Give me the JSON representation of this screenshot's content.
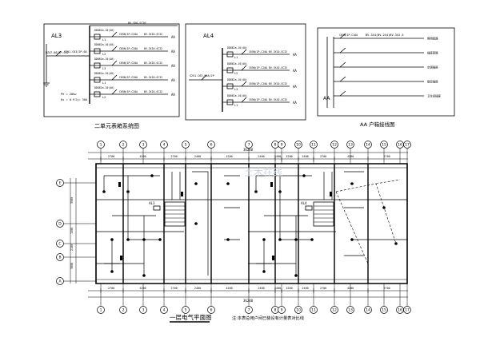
{
  "al3": {
    "box_label": "AL3",
    "caption": "二单元表箱系统图",
    "main_cable": "BV-3X6-SC20",
    "incoming_breaker": "DZ47-60/3P-C32",
    "breaker_small": "S251-C63/2P-60",
    "calc_pe": "Pe = 28kw",
    "calc_kx": "Kx = 0.9",
    "calc_ij": "Ij= 30A",
    "meter_label": "DD862a-10(40)",
    "branch_breaker": "C65N/1P-C20A",
    "branch_cable": "BV-3X10-SC32",
    "branch_tags": [
      "L1",
      "L2",
      "L3",
      "L1",
      "L2"
    ],
    "branch_end": "AA"
  },
  "al4": {
    "box_label": "AL4",
    "breaker": "S251-C63-90A/2P",
    "meter_label": "DD862a-10(40)",
    "branch_breaker": "C65N/1P-C20A",
    "branch_cable": "BV-3X10-SC32",
    "branch_tags": [
      "L1",
      "L2",
      "L3",
      "L1"
    ],
    "branch_end": "AA"
  },
  "aa": {
    "caption": "AA   户箱接线图",
    "header": "BV-3X4(BV-2X4)BV-3X2.5",
    "incoming": "C65N/1P-C16A",
    "terminal": "AA",
    "circuits": [
      "照明回路",
      "插座回路",
      "空调插座",
      "厨房插座",
      "卫生间插座"
    ]
  },
  "plan": {
    "title": "一层电气平面图",
    "note": "注:本表总用户间已装设有计量表对比线",
    "total_dim": "36240",
    "top_axes": [
      "1",
      "2",
      "3",
      "4",
      "5",
      "6",
      "7",
      "8",
      "9",
      "10",
      "11",
      "12",
      "13",
      "14",
      "15",
      "16",
      "17"
    ],
    "bottom_axes": [
      "1",
      "2",
      "3",
      "4",
      "5",
      "6",
      "7",
      "8",
      "9",
      "10",
      "11",
      "12",
      "13",
      "14",
      "15",
      "16",
      "17"
    ],
    "side_axes": [
      "E",
      "D",
      "C",
      "B",
      "A"
    ],
    "top_dims": [
      "2700",
      "4200",
      "2700",
      "2400",
      "4200",
      "2400",
      "2400",
      "4200",
      "2400",
      "2700",
      "4200",
      "2700"
    ],
    "bottom_dims": [
      "2700",
      "4200",
      "2700",
      "2400",
      "4200",
      "2400",
      "2400",
      "4200",
      "2400",
      "2700",
      "4200",
      "2700"
    ],
    "side_dims": [
      "3900",
      "1500",
      "2100",
      "3000"
    ],
    "watermark": "土木在线",
    "box_tags": [
      "AL3",
      "AL4"
    ]
  }
}
